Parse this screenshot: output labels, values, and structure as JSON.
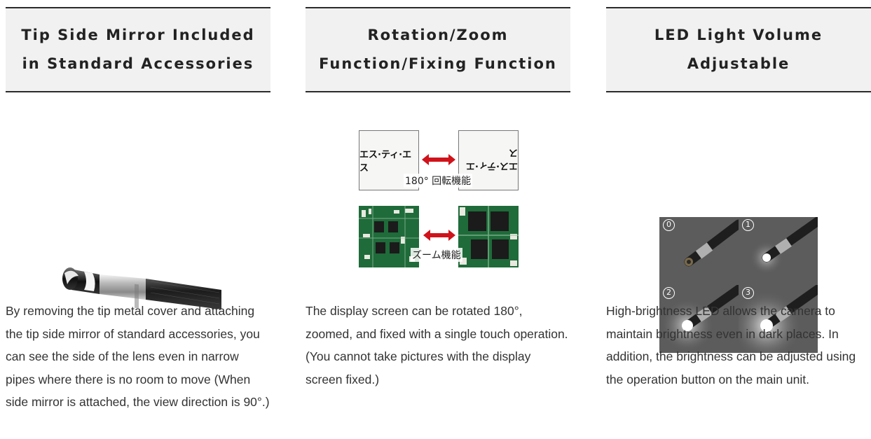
{
  "features": [
    {
      "title": "Tip Side Mirror Included\nin Standard Accessories",
      "description": "By removing the tip metal cover and attaching the tip side mirror of standard accessories, you can see the side of the lens even in narrow pipes where there is no room to move (When side mirror is attached, the view direction is 90°.)"
    },
    {
      "title": "Rotation/Zoom\nFunction/Fixing Function",
      "description": "The display screen can be rotated 180°, zoomed, and fixed with a single touch operation. (You cannot take pictures with the display screen fixed.)",
      "diagram": {
        "rotate_text": "エス·ティ·エス",
        "rotate_caption": "180° 回転機能",
        "zoom_caption": "ズーム機能"
      }
    },
    {
      "title": "LED Light Volume\nAdjustable",
      "description": "High-brightness LED allows the camera to maintain brightness even in dark places. In addition, the brightness can be adjusted using the operation button on the main unit.",
      "led_levels": [
        "0",
        "1",
        "2",
        "3"
      ]
    }
  ],
  "colors": {
    "header_bg": "#f1f1f1",
    "header_border": "#2b2b2b",
    "arrow_red": "#d0121b",
    "pcb_green": "#1f6b3a"
  }
}
